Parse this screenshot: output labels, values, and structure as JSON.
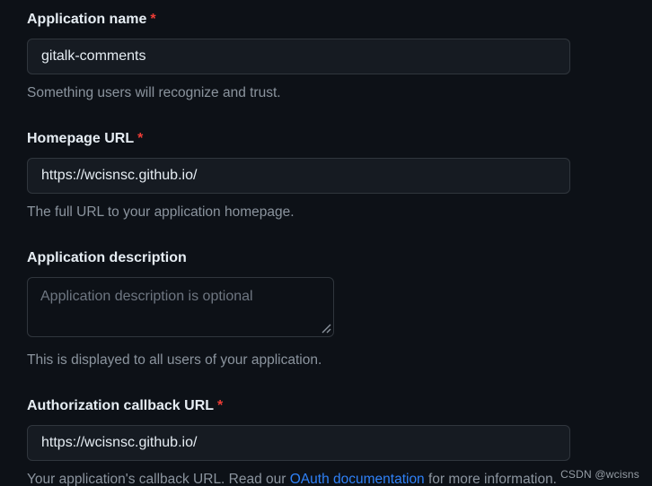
{
  "form": {
    "required_marker": "*",
    "fields": [
      {
        "label": "Application name",
        "required": true,
        "value": "gitalk-comments",
        "help": "Something users will recognize and trust."
      },
      {
        "label": "Homepage URL",
        "required": true,
        "value": "https://wcisnsc.github.io/",
        "help": "The full URL to your application homepage."
      },
      {
        "label": "Application description",
        "required": false,
        "value": "",
        "placeholder": "Application description is optional",
        "help": "This is displayed to all users of your application."
      },
      {
        "label": "Authorization callback URL",
        "required": true,
        "value": "https://wcisnsc.github.io/",
        "help_prefix": "Your application's callback URL. Read our ",
        "help_link": "OAuth documentation",
        "help_suffix": " for more information."
      }
    ]
  },
  "watermark": "CSDN @wcisns",
  "colors": {
    "page_background": "#0d1117",
    "input_background": "#161b22",
    "textarea_background": "#0d1117",
    "border": "#30363d",
    "label_text": "#e6edf3",
    "muted_text": "#8b949e",
    "placeholder_text": "#6e7681",
    "link": "#2f81f7",
    "required_asterisk": "#ee3d36"
  }
}
